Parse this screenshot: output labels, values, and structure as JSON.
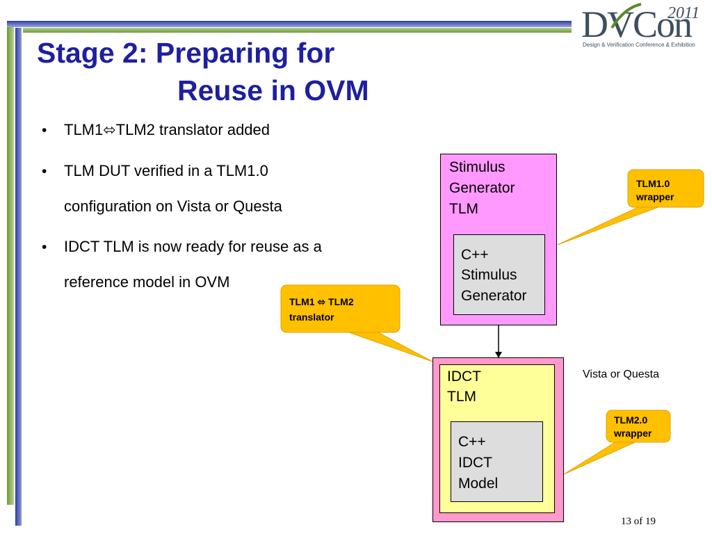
{
  "logo": {
    "word": "DVCon",
    "year": "2011",
    "tagline": "Design & Verification Conference & Exhibition"
  },
  "title": {
    "line1": "Stage 2: Preparing for",
    "line2": "Reuse in OVM"
  },
  "bullets": [
    {
      "text": "TLM1⬄TLM2 translator added"
    },
    {
      "lines": [
        "TLM DUT verified in a TLM1.0",
        "configuration on Vista or Questa"
      ]
    },
    {
      "lines": [
        "IDCT TLM is now ready for reuse as a",
        "reference model in OVM"
      ]
    }
  ],
  "bullet_glyph": "•",
  "diagram": {
    "stimulus_block": {
      "lines": [
        "Stimulus",
        "Generator",
        "TLM"
      ]
    },
    "stimulus_inner": {
      "lines": [
        "C++",
        "Stimulus",
        "Generator"
      ]
    },
    "idct_block": {
      "lines": [
        "IDCT",
        "TLM"
      ]
    },
    "idct_inner": {
      "lines": [
        "C++",
        "IDCT",
        "Model"
      ]
    },
    "environment_label": "Vista or Questa",
    "callouts": {
      "tlm1_wrapper": [
        "TLM1.0",
        "wrapper"
      ],
      "translator": [
        "TLM1 ⬄ TLM2",
        "translator"
      ],
      "tlm2_wrapper": [
        "TLM2.0",
        "wrapper"
      ]
    }
  },
  "colors": {
    "title": "#1f1fa0",
    "stimulus_fill": "#ff99ff",
    "idct_outer_fill": "#ff99cc",
    "idct_inner_fill": "#ffff99",
    "inner_box_fill": "#dddddd",
    "callout_fill": "#ffc000"
  },
  "page_indicator": "13 of 19"
}
